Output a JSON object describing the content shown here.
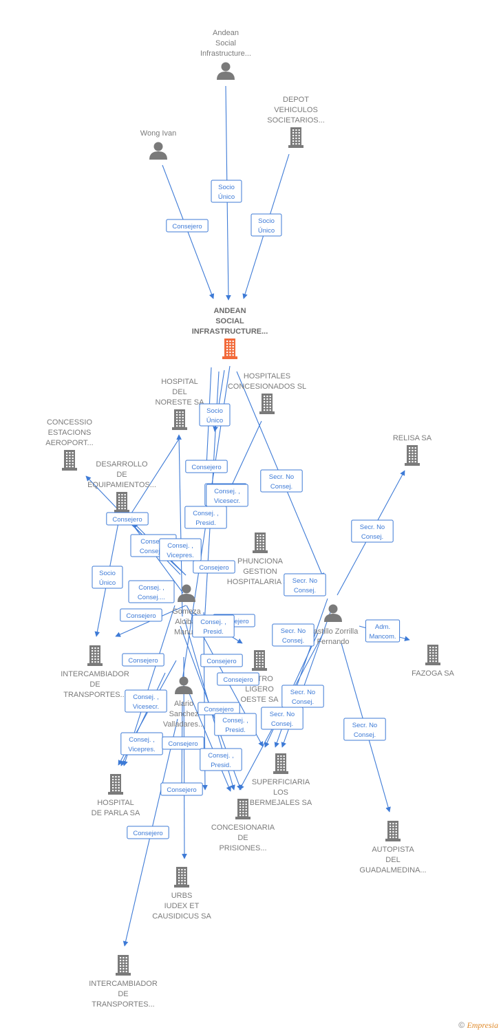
{
  "colors": {
    "edge": "#3d7ad6",
    "node": "#7a7a7a",
    "main_node": "#f26a3a"
  },
  "nodes": [
    {
      "id": "andean_top",
      "kind": "person",
      "label": [
        "Andean",
        "Social",
        "Infrastructure..."
      ]
    },
    {
      "id": "depot",
      "kind": "company",
      "label": [
        "DEPOT",
        "VEHICULOS",
        "SOCIETARIOS..."
      ]
    },
    {
      "id": "wong",
      "kind": "person",
      "label": [
        "Wong Ivan"
      ]
    },
    {
      "id": "andean_main",
      "kind": "main",
      "label": [
        "ANDEAN",
        "SOCIAL",
        "INFRASTRUCTURE..."
      ]
    },
    {
      "id": "hosp_noreste",
      "kind": "company",
      "label": [
        "HOSPITAL",
        "DEL",
        "NORESTE SA"
      ]
    },
    {
      "id": "hosp_conc",
      "kind": "company",
      "label": [
        "HOSPITALES",
        "CONCESIONADOS SL"
      ]
    },
    {
      "id": "concessio",
      "kind": "company",
      "label": [
        "CONCESSIO",
        "ESTACIONS",
        "AEROPORT..."
      ]
    },
    {
      "id": "desarrollo",
      "kind": "company",
      "label": [
        "DESARROLLO",
        "DE",
        "EQUIPAMIENTOS..."
      ]
    },
    {
      "id": "relisa",
      "kind": "company",
      "label": [
        "RELISA SA"
      ]
    },
    {
      "id": "phunciona",
      "kind": "company",
      "label": [
        "PHUNCIONA",
        "GESTION",
        "HOSPITALARIA SA"
      ]
    },
    {
      "id": "gomeza",
      "kind": "person",
      "label": [
        "Gomeza",
        "Alcibar",
        "Manuel"
      ]
    },
    {
      "id": "castillo",
      "kind": "person",
      "label": [
        "Castillo Zorrilla",
        "Fernando"
      ]
    },
    {
      "id": "fazoga",
      "kind": "company",
      "label": [
        "FAZOGA SA"
      ]
    },
    {
      "id": "intercamb1",
      "kind": "company",
      "label": [
        "INTERCAMBIADOR",
        "DE",
        "TRANSPORTES..."
      ]
    },
    {
      "id": "metro",
      "kind": "company",
      "label": [
        "METRO",
        "LIGERO",
        "OESTE SA"
      ]
    },
    {
      "id": "alario",
      "kind": "person",
      "label": [
        "Alario",
        "Sanchez",
        "Valladares..."
      ]
    },
    {
      "id": "superficiaria",
      "kind": "company",
      "label": [
        "SUPERFICIARIA",
        "LOS",
        "BERMEJALES SA"
      ]
    },
    {
      "id": "hosp_parla",
      "kind": "company",
      "label": [
        "HOSPITAL",
        "DE PARLA SA"
      ]
    },
    {
      "id": "concesionaria",
      "kind": "company",
      "label": [
        "CONCESIONARIA",
        "DE",
        "PRISIONES..."
      ]
    },
    {
      "id": "autopista",
      "kind": "company",
      "label": [
        "AUTOPISTA",
        "DEL",
        "GUADALMEDINA..."
      ]
    },
    {
      "id": "urbs",
      "kind": "company",
      "label": [
        "URBS",
        "IUDEX ET",
        "CAUSIDICUS SA"
      ]
    },
    {
      "id": "intercamb2",
      "kind": "company",
      "label": [
        "INTERCAMBIADOR",
        "DE",
        "TRANSPORTES..."
      ]
    }
  ],
  "edges": [
    {
      "label": [
        "Socio",
        "Único"
      ]
    },
    {
      "label": [
        "Consejero"
      ]
    },
    {
      "label": [
        "Socio",
        "Único"
      ]
    },
    {
      "label": [
        "Socio",
        "Único"
      ]
    },
    {
      "label": [
        "Consejero"
      ]
    },
    {
      "label": [
        "Consej. ,",
        "Vicesecr."
      ]
    },
    {
      "label": [
        "Consej. ,",
        "Vicesecr."
      ]
    },
    {
      "label": [
        "Consej. ,",
        "Presid."
      ]
    },
    {
      "label": [
        "Secr.  No",
        "Consej."
      ]
    },
    {
      "label": [
        "Secr.  No",
        "Consej."
      ]
    },
    {
      "label": [
        "Consejero"
      ]
    },
    {
      "label": [
        "Consej. ,",
        "Consej...."
      ]
    },
    {
      "label": [
        "Consej. ,",
        "Vicepres."
      ]
    },
    {
      "label": [
        "Consejero"
      ]
    },
    {
      "label": [
        "Socio",
        "Único"
      ]
    },
    {
      "label": [
        "Consej. ,",
        "Consej...."
      ]
    },
    {
      "label": [
        "Secr.  No",
        "Consej."
      ]
    },
    {
      "label": [
        "Consejero"
      ]
    },
    {
      "label": [
        "Consejero"
      ]
    },
    {
      "label": [
        "Consej. ,",
        "Presid."
      ]
    },
    {
      "label": [
        "Secr.  No",
        "Consej."
      ]
    },
    {
      "label": [
        "Adm.",
        "Mancom."
      ]
    },
    {
      "label": [
        "Consejero"
      ]
    },
    {
      "label": [
        "Consejero"
      ]
    },
    {
      "label": [
        "Consejero"
      ]
    },
    {
      "label": [
        "Consej. ,",
        "Vicesecr."
      ]
    },
    {
      "label": [
        "Secr.  No",
        "Consej."
      ]
    },
    {
      "label": [
        "Consejero"
      ]
    },
    {
      "label": [
        "Consej. ,",
        "Presid."
      ]
    },
    {
      "label": [
        "Secr.  No",
        "Consej."
      ]
    },
    {
      "label": [
        "Consej. ,",
        "Vicepres."
      ]
    },
    {
      "label": [
        "Consejero"
      ]
    },
    {
      "label": [
        "Secr.  No",
        "Consej."
      ]
    },
    {
      "label": [
        "Consej. ,",
        "Presid."
      ]
    },
    {
      "label": [
        "Consejero"
      ]
    },
    {
      "label": [
        "Consejero"
      ]
    }
  ],
  "footer": {
    "symbol": "©",
    "brand": "Empresia"
  }
}
